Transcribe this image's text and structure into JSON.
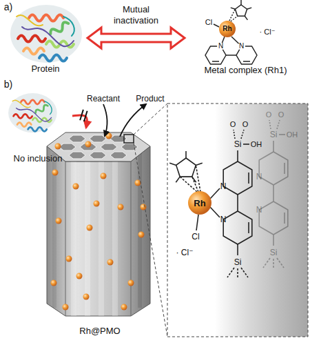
{
  "diagram": {
    "nodes": [
      {
        "text": [
          "Protein"
        ]
      },
      {
        "text": [
          "Metal complex (Rh1)"
        ]
      },
      {
        "text": [
          "No inclusion"
        ]
      },
      {
        "text": [
          "Rh@PMO"
        ]
      }
    ],
    "edges": [
      {
        "from": 0,
        "to": 1,
        "arrow": "both",
        "label": "Mutual inactivation"
      },
      {
        "from": 2,
        "to": 3,
        "arrow": "to"
      }
    ],
    "labels": [
      "a)",
      "b)",
      "Cl",
      "Rh",
      "· Cl⁻",
      "N",
      "N",
      "Reactant",
      "Product",
      "Rh",
      "Cl",
      "· Cl⁻",
      "N",
      "N",
      "O",
      "O",
      "Si",
      "OH",
      "Si",
      "O",
      "O",
      "Si",
      "OH",
      "N",
      "N",
      "Si"
    ]
  }
}
